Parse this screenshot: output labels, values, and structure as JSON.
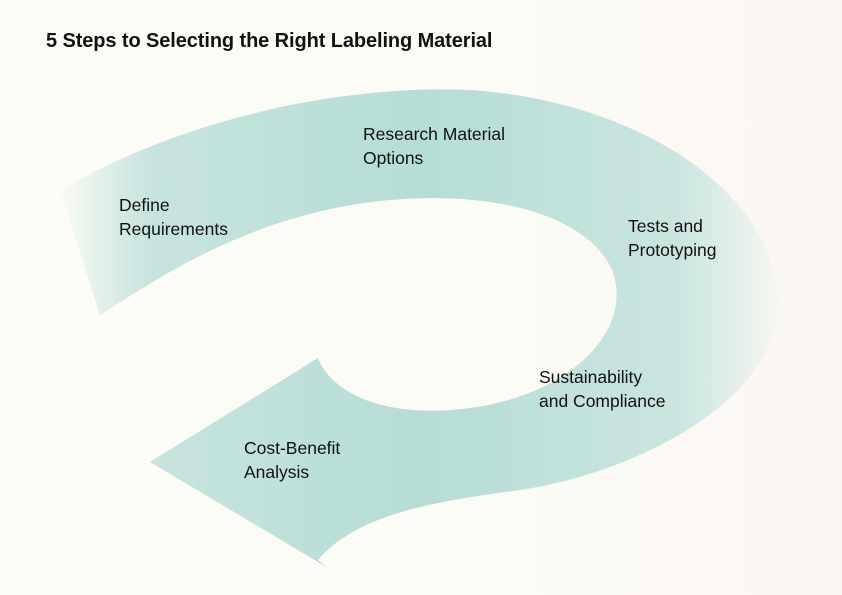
{
  "title": "5 Steps to Selecting the Right Labeling Material",
  "colors": {
    "arrow": "#b5ddd6",
    "arrow_fade": "#fcfbf5",
    "background": "#fcfbf5",
    "text": "#111111"
  },
  "steps": [
    {
      "line1": "Define",
      "line2": "Requirements"
    },
    {
      "line1": "Research Material",
      "line2": "Options"
    },
    {
      "line1": "Tests and",
      "line2": "Prototyping"
    },
    {
      "line1": "Sustainability",
      "line2": "and Compliance"
    },
    {
      "line1": "Cost-Benefit",
      "line2": "Analysis"
    }
  ]
}
